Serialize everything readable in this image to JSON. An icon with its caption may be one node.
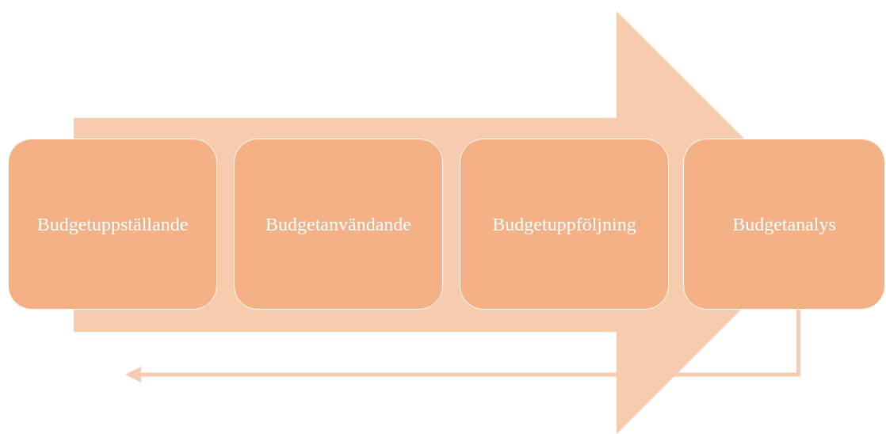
{
  "diagram": {
    "nodes": [
      {
        "text": [
          "Budgetuppställande"
        ]
      },
      {
        "text": [
          "Budgetanvändande"
        ]
      },
      {
        "text": [
          "Budgetuppföljning"
        ]
      },
      {
        "text": [
          "Budgetanalys"
        ]
      }
    ],
    "edges": [
      {
        "from": 0,
        "to": 3,
        "arrow": "to",
        "style": "thick"
      },
      {
        "from": 3,
        "to": null,
        "arrow": "to"
      }
    ]
  }
}
